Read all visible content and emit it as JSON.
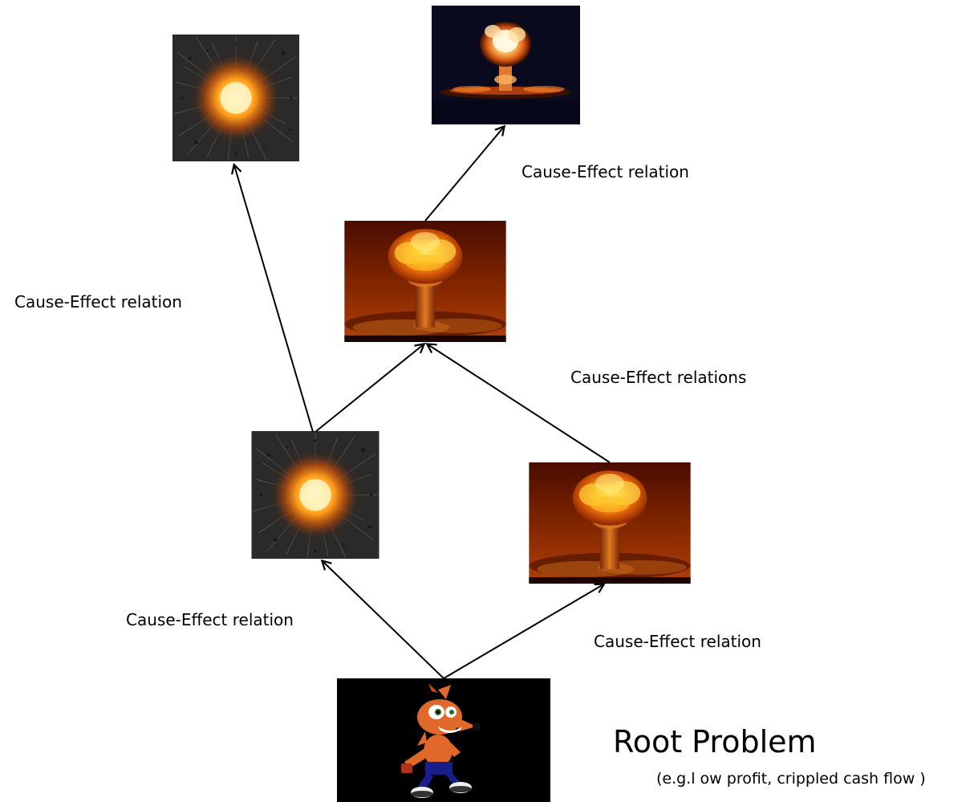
{
  "labels": {
    "top_right_edge": "Cause-Effect relation",
    "left_long_edge": "Cause-Effect relation",
    "middle_edges": "Cause-Effect relations",
    "bottom_left_edge": "Cause-Effect relation",
    "bottom_right_edge": "Cause-Effect relation"
  },
  "root": {
    "title": "Root Problem",
    "example": "(e.g.l ow profit, crippled cash flow )"
  },
  "nodes": {
    "root": "cartoon-fox-character",
    "mid_left": "explosion-burst",
    "mid_right": "mushroom-cloud",
    "center": "mushroom-cloud",
    "top_left": "explosion-burst",
    "top_right": "mushroom-cloud"
  },
  "colors": {
    "arrow": "#000000",
    "burst_bg": "#2a2a2a",
    "burst_core": "#ffd65a",
    "cloud_sky": "#7a1a00",
    "cloud_core": "#ffb300",
    "night_sky": "#0a0a1e",
    "root_bg": "#000000",
    "fox_fur": "#e0682a"
  }
}
